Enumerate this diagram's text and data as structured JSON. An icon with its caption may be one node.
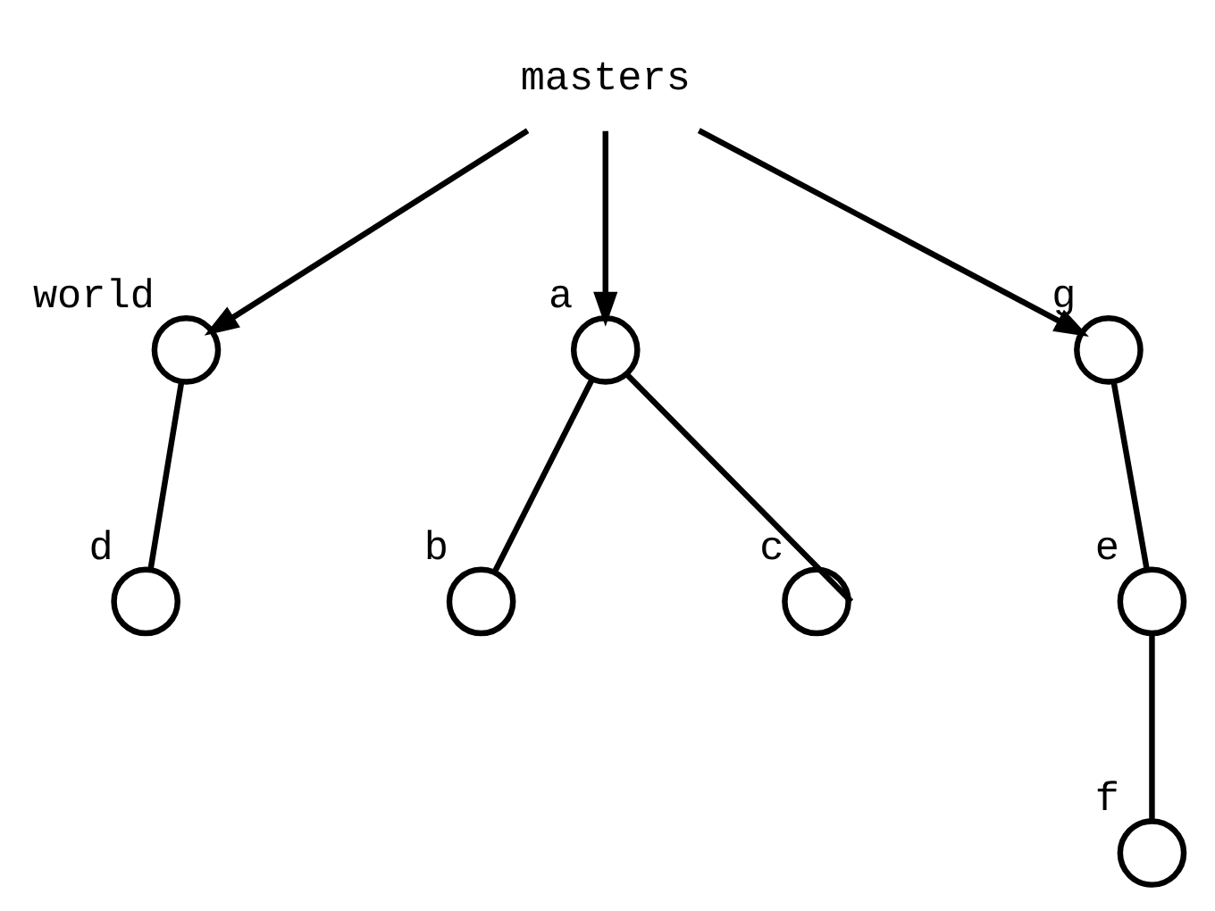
{
  "diagram": {
    "nodes": [
      {
        "text": [
          "masters"
        ]
      },
      {
        "text": [],
        "shape": "circle",
        "beside": [
          "world"
        ]
      },
      {
        "text": [],
        "shape": "circle",
        "beside": [
          "a"
        ]
      },
      {
        "text": [],
        "shape": "circle",
        "beside": [
          "g"
        ]
      },
      {
        "text": [],
        "shape": "circle",
        "beside": [
          "d"
        ]
      },
      {
        "text": [],
        "shape": "circle",
        "beside": [
          "b"
        ]
      },
      {
        "text": [],
        "shape": "circle",
        "beside": [
          "c"
        ]
      },
      {
        "text": [],
        "shape": "circle",
        "beside": [
          "e"
        ]
      },
      {
        "text": [],
        "shape": "circle",
        "beside": [
          "f"
        ]
      }
    ],
    "edges": [
      {
        "from": 0,
        "to": 1,
        "arrow": "to"
      },
      {
        "from": 0,
        "to": 2,
        "arrow": "to"
      },
      {
        "from": 0,
        "to": 3,
        "arrow": "to"
      },
      {
        "from": 1,
        "to": 4,
        "arrow": "none"
      },
      {
        "from": 2,
        "to": 5,
        "arrow": "none"
      },
      {
        "from": 2,
        "to": 6,
        "arrow": "none"
      },
      {
        "from": 3,
        "to": 7,
        "arrow": "none"
      },
      {
        "from": 7,
        "to": 8,
        "arrow": "none"
      }
    ]
  }
}
